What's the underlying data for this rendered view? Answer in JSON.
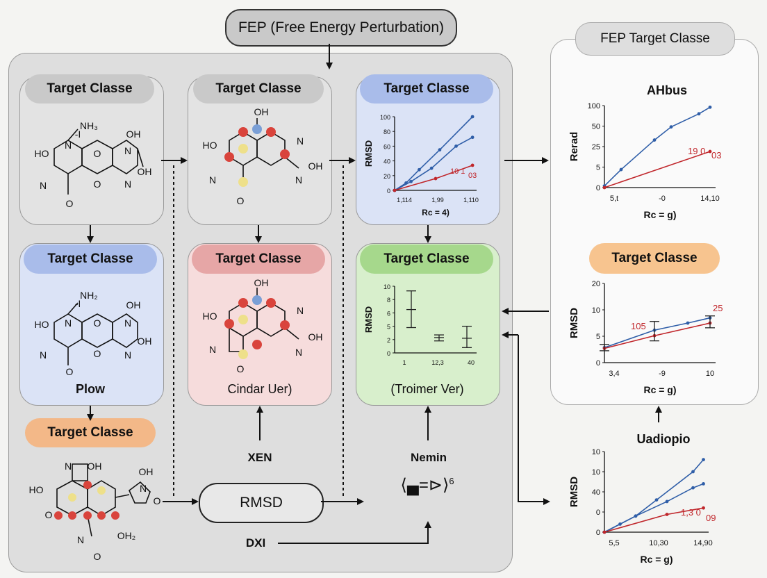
{
  "title": "FEP (Free Energy Perturbation)",
  "right_panel_title": "FEP Target Classe",
  "target_class_label": "Target Classe",
  "captions": {
    "plow": "Plow",
    "cindar": "Cindar Uer)",
    "troimer": "(Troimer Ver)",
    "xen": "XEN",
    "nemin": "Nemin",
    "rmsd_box": "RMSD",
    "dxi": "DXI",
    "uadiopio": "Uadiopio",
    "ahbus": "AHbus"
  },
  "molecule_labels": {
    "m1": [
      "NH₃",
      "-I",
      "OH",
      "HO",
      "N",
      "N",
      "O",
      "O",
      "N",
      "OH",
      "N",
      "O"
    ],
    "m2": [
      "OH",
      "HO",
      "N",
      "O",
      "N",
      "OH",
      "N"
    ],
    "m4": [
      "NH₂",
      "-I",
      "OH",
      "HO",
      "N",
      "N",
      "O",
      "O",
      "N",
      "OH",
      "N",
      "O"
    ],
    "m5": [
      "OH",
      "HO",
      "N",
      "O",
      "N",
      "OH",
      "N"
    ],
    "m7": [
      "N",
      "OH",
      "HO",
      "OH",
      "O",
      "N",
      "O",
      "OH₂",
      "N",
      "O"
    ]
  },
  "formula": "⟨▄=⊳⟩",
  "formula_sup": "6",
  "colors": {
    "gray_box": "#e3e3e3",
    "gray_pill": "#c9c9c9",
    "blue_box": "#dbe3f6",
    "blue_pill": "#a9bcea",
    "red_box": "#f6dcdc",
    "red_pill": "#e6a6a6",
    "green_box": "#d8efcc",
    "green_pill": "#a6d88c",
    "orange_pill": "#f3b888",
    "series_blue": "#2f5ea8",
    "series_red": "#c0262b",
    "atom_red": "#d9443c",
    "atom_yellow": "#eee08a",
    "atom_blue": "#7a9fd6"
  },
  "chart_data": [
    {
      "id": "chart-small-1",
      "type": "line",
      "ylabel": "RMSD",
      "xlabel": "Rc = 4)",
      "yticks": [
        "100",
        "80",
        "60",
        "40",
        "20",
        "0"
      ],
      "xticks": [
        "1,114",
        "1,99",
        "1,110"
      ],
      "annotation": "10 1",
      "annotation2": "03",
      "series": [
        {
          "values": [
            [
              0,
              0
            ],
            [
              0.14,
              10
            ],
            [
              0.3,
              28
            ],
            [
              0.55,
              55
            ],
            [
              0.95,
              100
            ]
          ]
        },
        {
          "values": [
            [
              0,
              0
            ],
            [
              0.2,
              12
            ],
            [
              0.45,
              30
            ],
            [
              0.75,
              60
            ],
            [
              0.95,
              72
            ]
          ]
        },
        {
          "values": [
            [
              0,
              0
            ],
            [
              0.5,
              16
            ],
            [
              0.95,
              34
            ]
          ]
        }
      ]
    },
    {
      "id": "chart-small-2",
      "type": "scatter",
      "ylabel": "RMSD",
      "yticks": [
        "10",
        "8",
        "6",
        "5",
        "2",
        "0"
      ],
      "xticks": [
        "1",
        "12,3",
        "40"
      ],
      "error_bars": [
        {
          "x": 1,
          "mid": 6.5,
          "low": 3.8,
          "high": 9.3
        },
        {
          "x": 2,
          "mid": 2.3,
          "low": 1.8,
          "high": 2.7
        },
        {
          "x": 3,
          "mid": 2.2,
          "low": 0.8,
          "high": 4.0
        }
      ]
    },
    {
      "id": "chart-ahbus",
      "type": "line",
      "title": "AHbus",
      "ylabel": "Rerad",
      "xlabel": "Rc = g)",
      "yticks": [
        "100",
        "50",
        "25",
        "5",
        "0"
      ],
      "xticks": [
        "5,t",
        "-0",
        "14,10"
      ],
      "annotation": "19 0",
      "annotation2": "03",
      "series": [
        {
          "values": [
            [
              0,
              2
            ],
            [
              0.15,
              22
            ],
            [
              0.45,
              58
            ],
            [
              0.6,
              74
            ],
            [
              0.85,
              90
            ],
            [
              0.95,
              98
            ]
          ]
        },
        {
          "values": [
            [
              0,
              0
            ],
            [
              0.95,
              44
            ]
          ]
        }
      ]
    },
    {
      "id": "chart-rmsd-right",
      "type": "line",
      "ylabel": "RMSD",
      "xlabel": "Rc = g)",
      "yticks": [
        "20",
        "10",
        "5",
        "0"
      ],
      "xticks": [
        "3,4",
        "-9",
        "10"
      ],
      "annotation": "105",
      "annotation2": "25",
      "series": [
        {
          "values": [
            [
              0,
              3.8
            ],
            [
              0.45,
              8.2
            ],
            [
              0.75,
              10.0
            ],
            [
              0.95,
              11.3
            ]
          ]
        },
        {
          "values": [
            [
              0,
              3.6
            ],
            [
              0.45,
              6.8
            ],
            [
              0.95,
              10.0
            ]
          ]
        }
      ],
      "error_bars": [
        {
          "x": 0,
          "low": 3.0,
          "high": 4.6
        },
        {
          "x": 0.45,
          "low": 5.5,
          "high": 10.4
        },
        {
          "x": 0.95,
          "low": 8.8,
          "high": 11.8
        }
      ]
    },
    {
      "id": "chart-uadiopio",
      "type": "line",
      "title": "Uadiopio",
      "ylabel": "RMSD",
      "xlabel": "Rc = g)",
      "yticks": [
        "10",
        "10",
        "40",
        "0",
        "0"
      ],
      "xticks": [
        "5,5",
        "10,30",
        "14,90"
      ],
      "annotation": "1,3 0",
      "annotation2": "09",
      "series": [
        {
          "values": [
            [
              0,
              0
            ],
            [
              0.15,
              10
            ],
            [
              0.3,
              20
            ],
            [
              0.5,
              40
            ],
            [
              0.85,
              75
            ],
            [
              0.95,
              90
            ]
          ]
        },
        {
          "values": [
            [
              0,
              0
            ],
            [
              0.3,
              20
            ],
            [
              0.6,
              38
            ],
            [
              0.85,
              55
            ],
            [
              0.95,
              60
            ]
          ]
        },
        {
          "values": [
            [
              0,
              0
            ],
            [
              0.6,
              22
            ],
            [
              0.95,
              30
            ]
          ]
        }
      ]
    }
  ]
}
